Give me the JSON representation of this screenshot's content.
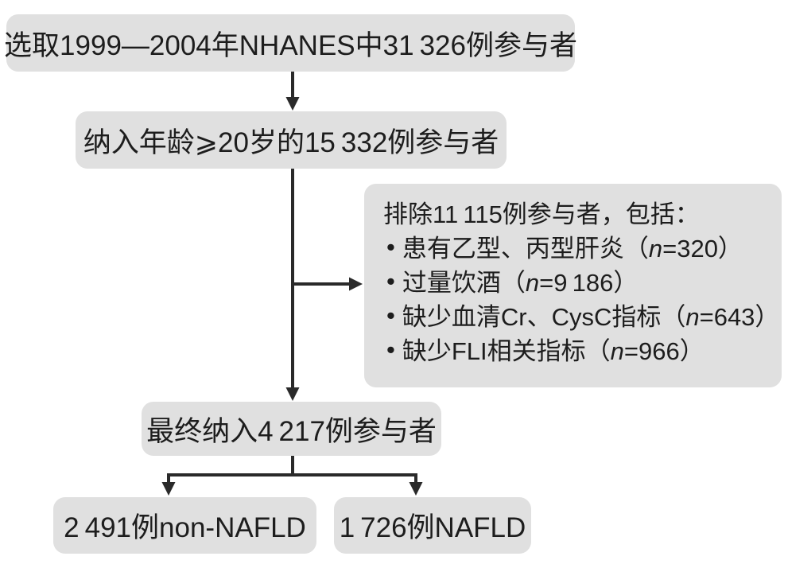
{
  "colors": {
    "box_fill": "#e0e0e0",
    "line": "#2a2a2a",
    "text": "#1d1d1d",
    "background": "#ffffff"
  },
  "boxes": {
    "initial": {
      "text": "选取1999—2004年NHANES中31 326例参与者"
    },
    "age_filter": {
      "text": "纳入年龄⩾20岁的15 332例参与者"
    },
    "exclusion": {
      "title": "排除11 115例参与者，包括：",
      "items": [
        {
          "bullet": "•",
          "pre": "患有乙型、丙型肝炎（",
          "var": "n",
          "post": "=320）"
        },
        {
          "bullet": "•",
          "pre": "过量饮酒（",
          "var": "n",
          "post": "=9 186）"
        },
        {
          "bullet": "•",
          "pre": "缺少血清Cr、CysC指标（",
          "var": "n",
          "post": "=643）"
        },
        {
          "bullet": "•",
          "pre": "缺少FLI相关指标（",
          "var": "n",
          "post": "=966）"
        }
      ]
    },
    "final": {
      "text": "最终纳入4 217例参与者"
    },
    "non_nafld": {
      "text": "2 491例non-NAFLD"
    },
    "nafld": {
      "text": "1 726例NAFLD"
    }
  }
}
